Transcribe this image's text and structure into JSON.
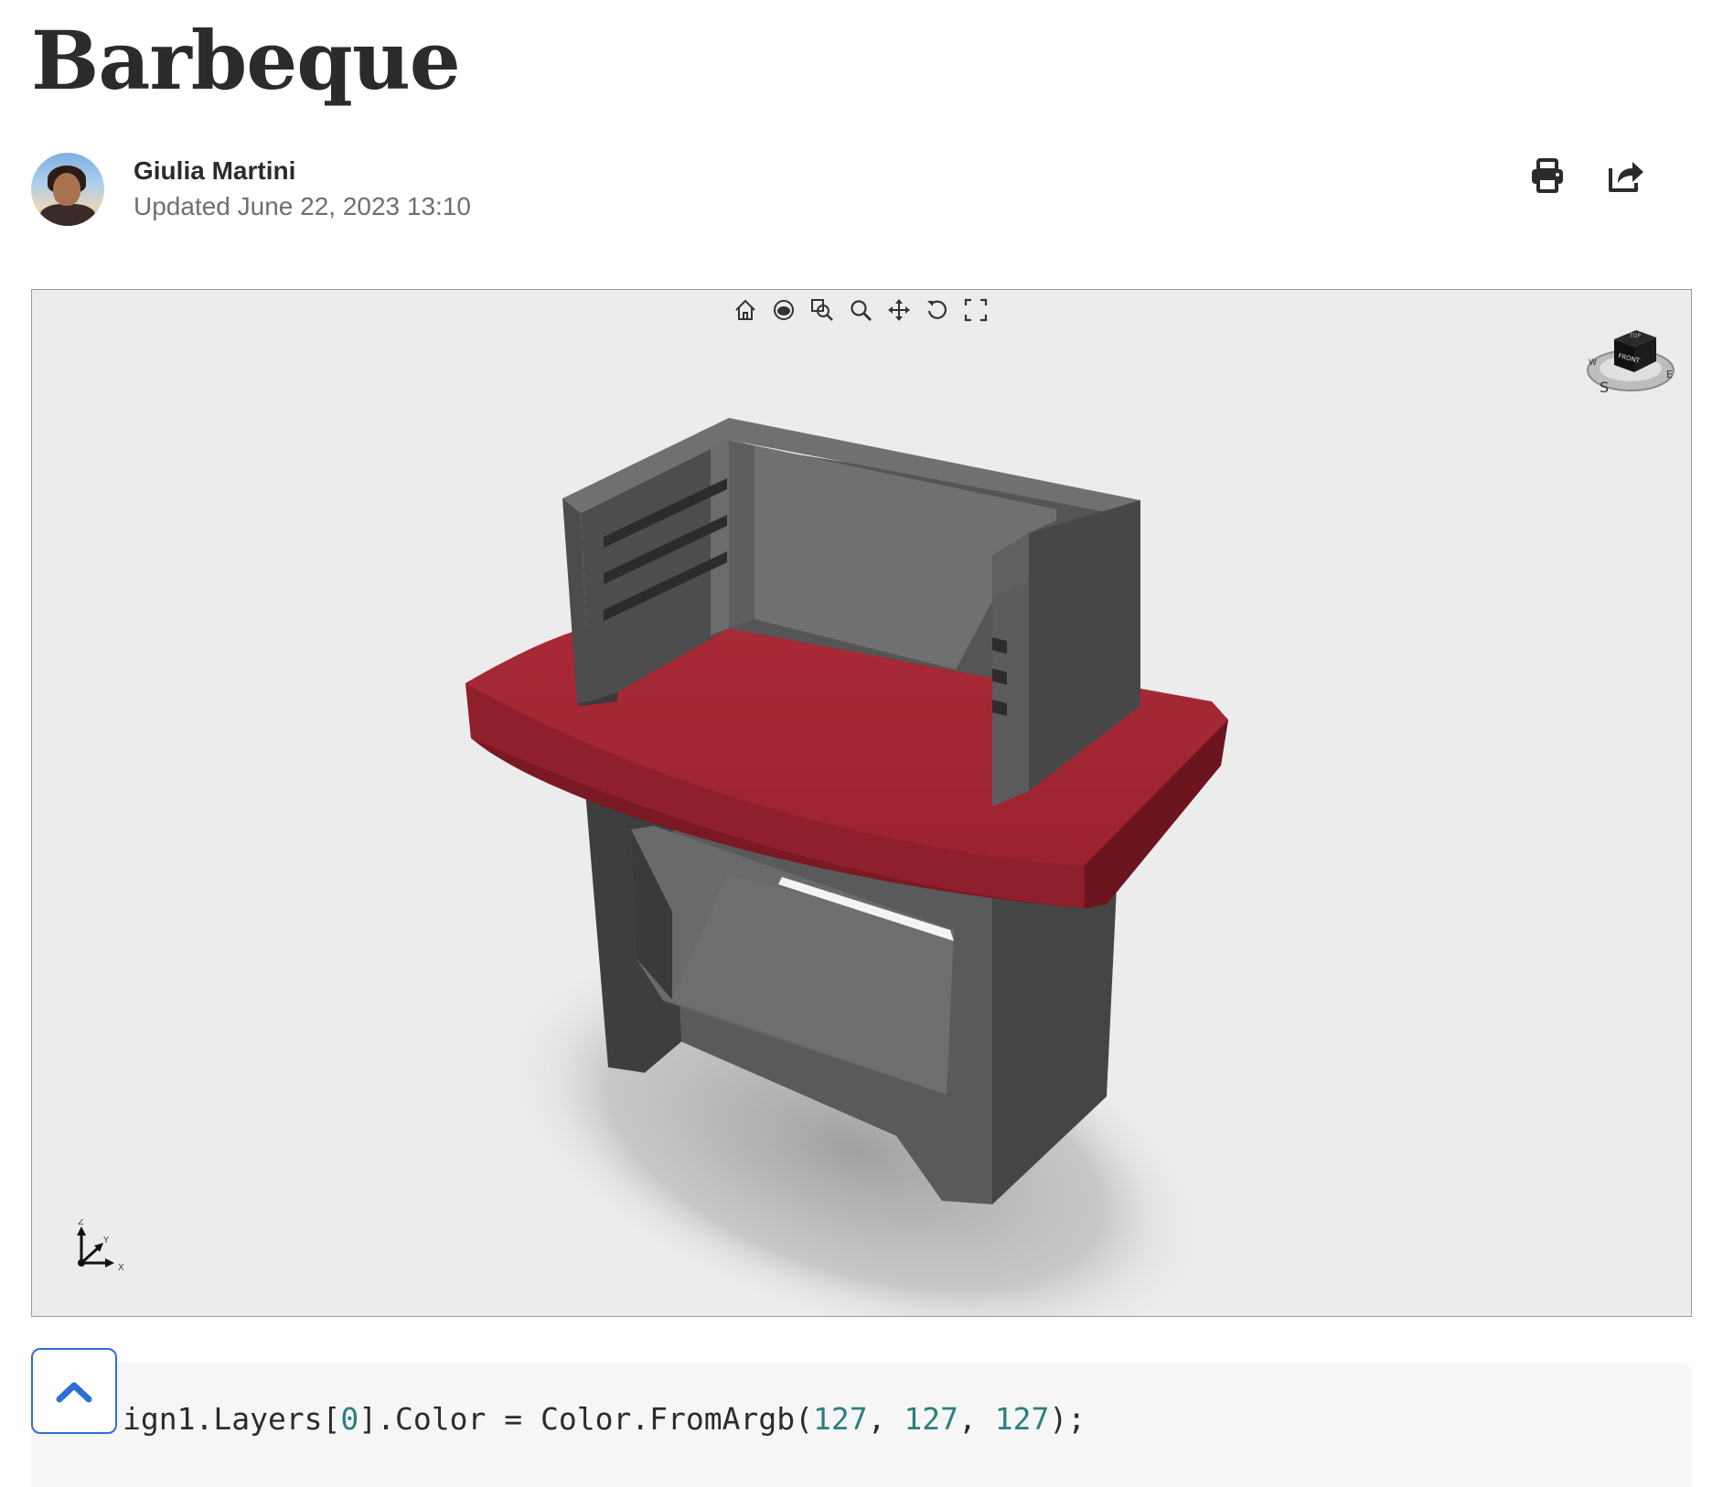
{
  "page": {
    "title": "Barbeque"
  },
  "author": {
    "name": "Giulia Martini",
    "updated": "Updated June 22, 2023 13:10"
  },
  "actions": {
    "print_icon": "print-icon",
    "share_icon": "share-icon"
  },
  "viewer": {
    "toolbar": [
      "home-icon",
      "view-mode-icon",
      "zoom-window-icon",
      "zoom-icon",
      "pan-icon",
      "rotate-icon",
      "fullscreen-icon"
    ],
    "nav_cube": {
      "top": "TOP",
      "front": "FRONT",
      "south": "S",
      "east": "E",
      "west": "W"
    },
    "axes": {
      "z": "Z",
      "y": "Y",
      "x": "X"
    },
    "colors": {
      "background": "#ececec",
      "body": "#5f5f5f",
      "countertop": "#a22432"
    }
  },
  "code": {
    "prefix": "ign1.Layers[",
    "index": "0",
    "middle": "].Color = Color.FromArgb(",
    "r": "127",
    "sep1": ", ",
    "g": "127",
    "sep2": ", ",
    "b": "127",
    "suffix": ");"
  }
}
